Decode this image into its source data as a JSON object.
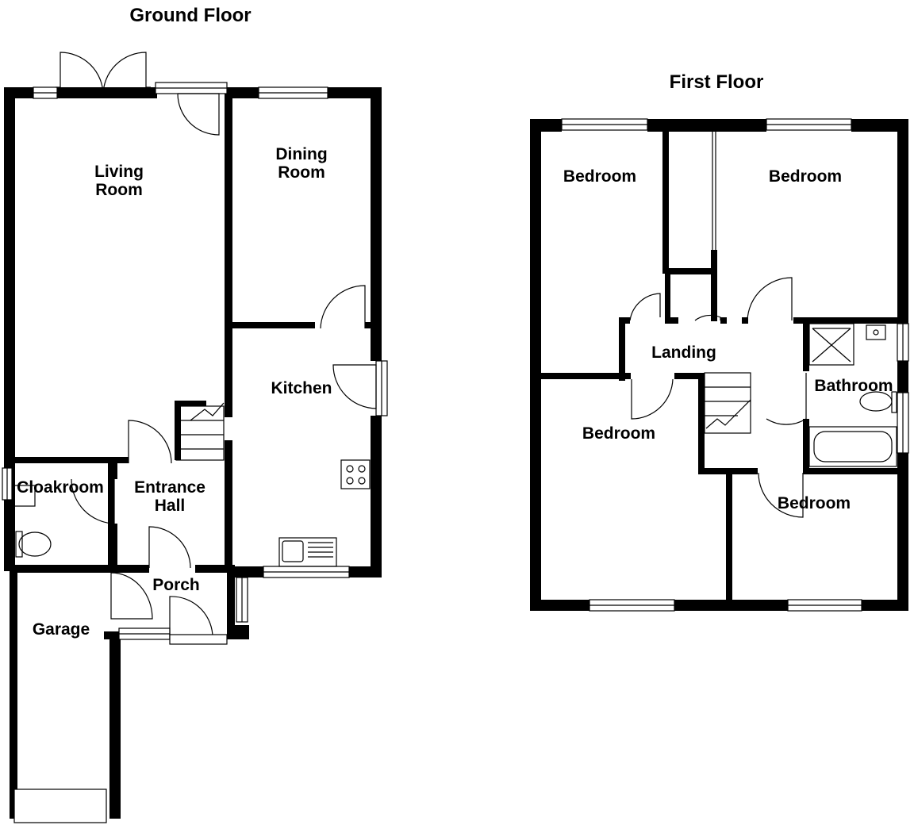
{
  "floors": {
    "ground": {
      "title": "Ground Floor",
      "rooms": {
        "living_room": [
          "Living",
          "Room"
        ],
        "dining_room": [
          "Dining",
          "Room"
        ],
        "kitchen": [
          "Kitchen"
        ],
        "cloakroom": [
          "Cloakroom"
        ],
        "entrance_hall": [
          "Entrance",
          "Hall"
        ],
        "porch": [
          "Porch"
        ],
        "garage": [
          "Garage"
        ]
      }
    },
    "first": {
      "title": "First Floor",
      "rooms": {
        "bedroom_front_left": [
          "Bedroom"
        ],
        "bedroom_front_right": [
          "Bedroom"
        ],
        "landing": [
          "Landing"
        ],
        "bathroom": [
          "Bathroom"
        ],
        "bedroom_rear_left": [
          "Bedroom"
        ],
        "bedroom_rear_right": [
          "Bedroom"
        ]
      }
    }
  },
  "colors": {
    "wall": "#000000",
    "fixture_line": "#000000",
    "background": "#ffffff"
  }
}
